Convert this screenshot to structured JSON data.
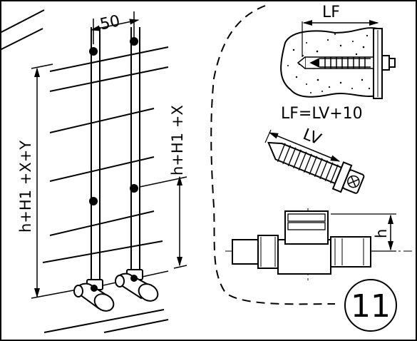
{
  "labels": {
    "spacing": "50",
    "lf": "LF",
    "formula": "LF=LV+10",
    "lv": "LV",
    "total_height": "h+H1 +X+Y",
    "partial_height": "h+H1 +X",
    "h": "h"
  },
  "step_number": "11",
  "colors": {
    "line": "#000000",
    "background": "#ffffff",
    "concrete": "#ffffff"
  }
}
